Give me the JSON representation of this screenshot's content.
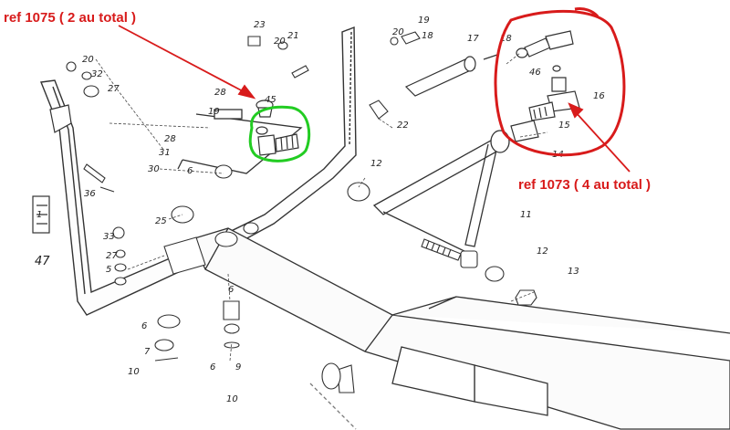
{
  "annotations": {
    "ref_1075": "ref 1075 ( 2 au total )",
    "ref_1073": "ref 1073 ( 4 au total )"
  },
  "parts": {
    "p1": "1",
    "p5": "5",
    "p6": "6",
    "p7": "7",
    "p9": "9",
    "p10": "10",
    "p11": "11",
    "p12": "12",
    "p13": "13",
    "p14": "14",
    "p15": "15",
    "p16": "16",
    "p17": "17",
    "p18": "18",
    "p19": "19",
    "p20": "20",
    "p21": "21",
    "p22": "22",
    "p23": "23",
    "p25": "25",
    "p27": "27",
    "p28": "28",
    "p30": "30",
    "p31": "31",
    "p32": "32",
    "p33": "33",
    "p36": "36",
    "p45": "45",
    "p46": "46",
    "p47": "47"
  },
  "colors": {
    "annotation_red": "#d81b1b",
    "highlight_green": "#22cc22",
    "line_ink": "#333333"
  }
}
